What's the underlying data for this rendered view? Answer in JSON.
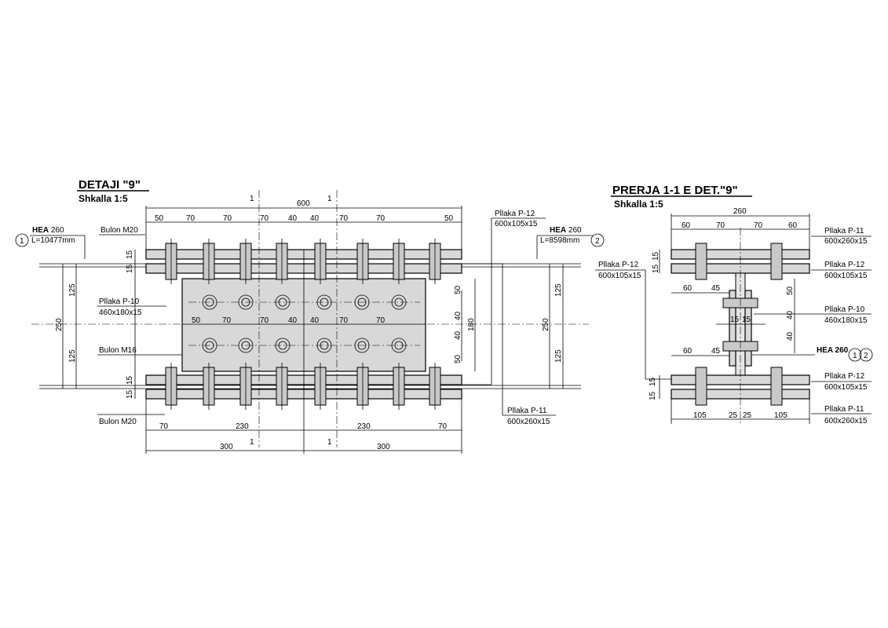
{
  "detail": {
    "title": "DETAJI \"9\"",
    "scale": "Shkalla 1:5",
    "section_mark": "1",
    "beam_left": {
      "profile": "HEA",
      "size": "260",
      "length": "L=10477mm",
      "marker": "1"
    },
    "beam_right": {
      "profile": "HEA",
      "size": "260",
      "length": "L=8598mm",
      "marker": "2"
    },
    "bolt_top": "Bulon  M20",
    "bolt_mid": "Bulon  M16",
    "bolt_bottom": "Bulon  M20",
    "plate_p12": {
      "name": "Pllaka  P-12",
      "size": "600x105x15"
    },
    "plate_p10": {
      "name": "Pllaka  P-10",
      "size": "460x180x15"
    },
    "plate_p11": {
      "name": "Pllaka  P-11",
      "size": "600x260x15"
    },
    "dims_top_total": "600",
    "dims_top": [
      "50",
      "70",
      "70",
      "70",
      "40",
      "40",
      "70",
      "70",
      "50"
    ],
    "dims_web": [
      "50",
      "70",
      "70",
      "40",
      "40",
      "70",
      "70"
    ],
    "dims_bottom_row": [
      "70",
      "230",
      "230",
      "70"
    ],
    "dims_bottom_total": [
      "300",
      "300"
    ],
    "dims_left": [
      "15",
      "15",
      "125",
      "125",
      "15",
      "15"
    ],
    "dim_left_total": "250",
    "dims_right": [
      "125",
      "125"
    ],
    "dim_right_total": "250",
    "dims_web_vertical": [
      "50",
      "40",
      "40",
      "50"
    ],
    "dim_web_total": "180"
  },
  "section": {
    "title": "PRERJA 1-1 E DET.\"9\"",
    "scale": "Shkalla 1:5",
    "beam_label": "HEA 260",
    "markers": [
      "1",
      "2"
    ],
    "p11_top": {
      "name": "Pllaka  P-11",
      "size": "600x260x15"
    },
    "p12_top": {
      "name": "Pllaka  P-12",
      "size": "600x105x15"
    },
    "p12_left": {
      "name": "Pllaka  P-12",
      "size": "600x105x15"
    },
    "p10": {
      "name": "Pllaka  P-10",
      "size": "460x180x15"
    },
    "p12_bottom": {
      "name": "Pllaka  P-12",
      "size": "600x105x15"
    },
    "p11_bottom": {
      "name": "Pllaka  P-11",
      "size": "600x260x15"
    },
    "dim_width": "260",
    "dims_top": [
      "60",
      "70",
      "70",
      "60"
    ],
    "dims_inner_top": [
      "60",
      "45"
    ],
    "dims_inner_bottom": [
      "60",
      "45"
    ],
    "dims_bottom": [
      "105",
      "25",
      "25",
      "105"
    ],
    "dims_web_thk": [
      "15",
      "15"
    ],
    "dims_left_top": [
      "15",
      "15"
    ],
    "dims_left_bottom": [
      "15",
      "15"
    ],
    "dims_right_vertical": [
      "50",
      "40",
      "40"
    ]
  }
}
